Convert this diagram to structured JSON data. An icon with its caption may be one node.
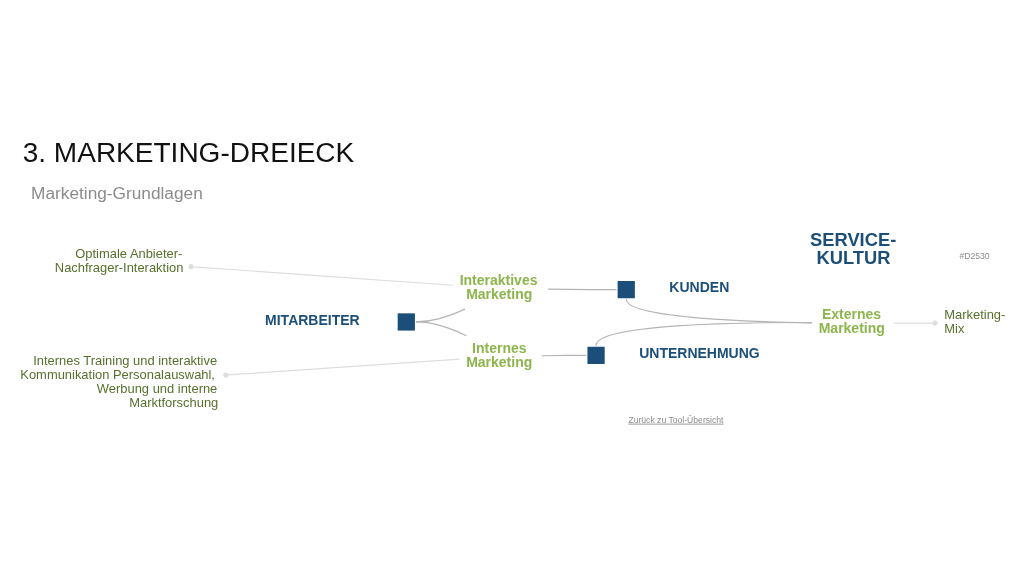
{
  "diagram": {
    "title": "3. MARKETING-DREIECK",
    "nodes": [
      {
        "text": [],
        "shape": "box",
        "beside": [
          "KUNDEN"
        ]
      },
      {
        "text": [
          "Optimale Anbieter- Nachfrager-Interaktion"
        ]
      },
      {
        "text": [
          "Interaktives Marketing"
        ]
      },
      {
        "text": [],
        "shape": "box",
        "beside": [
          "MITARBEITER"
        ]
      },
      {
        "text": [
          "Externes Marketing"
        ]
      },
      {
        "text": [
          "Marketing- Mix"
        ]
      },
      {
        "text": [
          "Internes Training und interaktive Kommunikation Personalauswahl, Werbung und interne Marktforschung"
        ]
      },
      {
        "text": [
          "Internes Marketing"
        ]
      },
      {
        "text": [],
        "shape": "box",
        "beside": [
          "UNTERNEHMUNG"
        ]
      }
    ],
    "edges": [
      {
        "from": 0,
        "to": 2,
        "arrow": "none"
      },
      {
        "from": 2,
        "to": 3,
        "arrow": "none"
      },
      {
        "from": 2,
        "to": 1,
        "arrow": "other",
        "color": "#dddddd"
      },
      {
        "from": 4,
        "to": 0,
        "arrow": "none"
      },
      {
        "from": 4,
        "to": 8,
        "arrow": "none"
      },
      {
        "from": 4,
        "to": 5,
        "arrow": "other",
        "color": "#dddddd"
      },
      {
        "from": 8,
        "to": 7,
        "arrow": "none"
      },
      {
        "from": 7,
        "to": 3,
        "arrow": "none"
      },
      {
        "from": 7,
        "to": 6,
        "arrow": "other",
        "color": "#dddddd"
      }
    ],
    "labels": [
      "#D2530",
      "Marketing-Grundlagen",
      "SERVICE- KULTUR",
      "Zurück zu Tool-Übersicht"
    ]
  }
}
